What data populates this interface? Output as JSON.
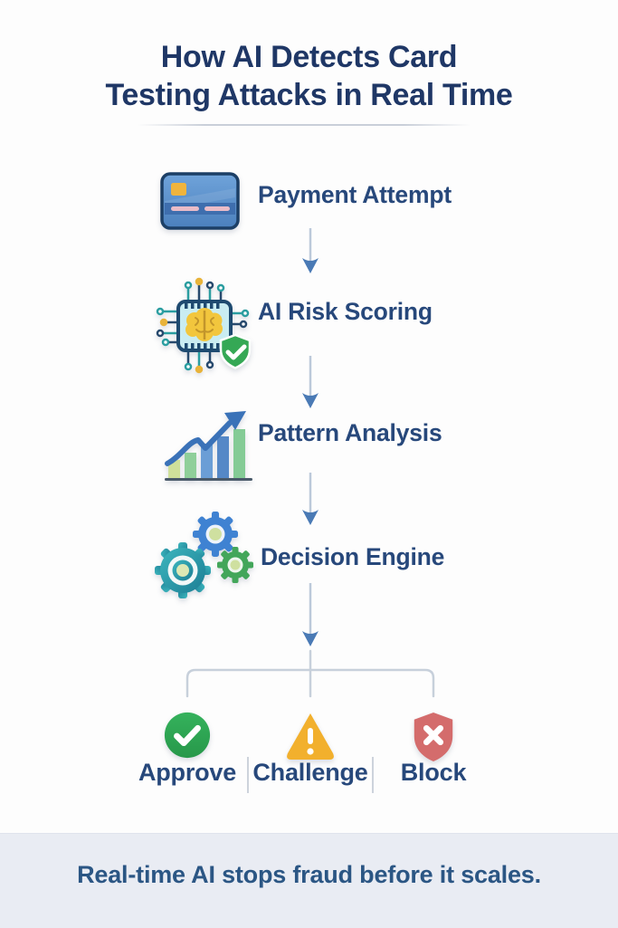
{
  "title": {
    "line1": "How AI Detects Card",
    "line2": "Testing Attacks in Real Time"
  },
  "flow": {
    "steps": [
      {
        "id": "payment-attempt",
        "label": "Payment Attempt",
        "icon": "credit-card-icon"
      },
      {
        "id": "ai-risk-scoring",
        "label": "AI Risk Scoring",
        "icon": "ai-chip-shield-icon"
      },
      {
        "id": "pattern-analysis",
        "label": "Pattern Analysis",
        "icon": "growth-bar-chart-icon"
      },
      {
        "id": "decision-engine",
        "label": "Decision Engine",
        "icon": "gears-icon"
      }
    ],
    "outcomes": [
      {
        "id": "approve",
        "label": "Approve",
        "icon": "check-circle-icon",
        "color": "#2faa53"
      },
      {
        "id": "challenge",
        "label": "Challenge",
        "icon": "warning-triangle-icon",
        "color": "#f2b02d"
      },
      {
        "id": "block",
        "label": "Block",
        "icon": "shield-x-icon",
        "color": "#d46c6c"
      }
    ]
  },
  "footer": {
    "text": "Real-time AI stops fraud before it scales."
  },
  "colors": {
    "background": "#fdfdfd",
    "title_text": "#1f3766",
    "step_label_text": "#27487b",
    "arrow_line": "#bcc9da",
    "arrow_head": "#4a7ab5",
    "bracket_line": "#c7d0db",
    "approve_green": "#2faa53",
    "challenge_yellow": "#f2b02d",
    "block_red": "#d46c6c",
    "footer_background": "#e9ecf3",
    "footer_text": "#2b5684"
  }
}
